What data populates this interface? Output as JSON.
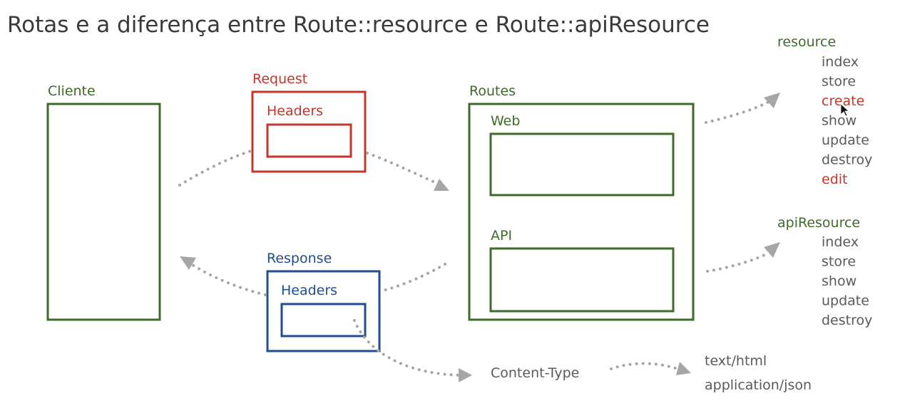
{
  "title": "Rotas e a diferença entre Route::resource e Route::apiResource",
  "cliente": {
    "label": "Cliente"
  },
  "request": {
    "label": "Request",
    "headers_label": "Headers"
  },
  "response": {
    "label": "Response",
    "headers_label": "Headers"
  },
  "routes": {
    "label": "Routes",
    "web_label": "Web",
    "api_label": "API"
  },
  "resource": {
    "label": "resource",
    "items": [
      "index",
      "store",
      "create",
      "show",
      "update",
      "destroy",
      "edit"
    ],
    "highlighted": [
      "create",
      "edit"
    ]
  },
  "api_resource": {
    "label": "apiResource",
    "items": [
      "index",
      "store",
      "show",
      "update",
      "destroy"
    ]
  },
  "content_type": {
    "label": "Content-Type",
    "values": [
      "text/html",
      "application/json"
    ]
  },
  "colors": {
    "green": "#3e6b2a",
    "red": "#c4352b",
    "blue": "#214c93",
    "gray_text": "#5a5a5a",
    "dotted_arrow": "#a6a6a6"
  }
}
